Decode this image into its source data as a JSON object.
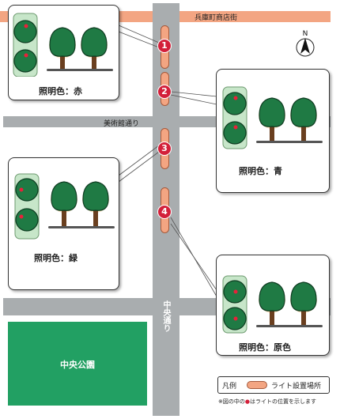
{
  "streets": {
    "top": "兵庫町商店街",
    "middle": "美術館通り",
    "main_vertical": "中央通り"
  },
  "park": "中央公園",
  "compass": "N",
  "lights": [
    {
      "number": "1",
      "color_label": "照明色：赤"
    },
    {
      "number": "2",
      "color_label": "照明色：青"
    },
    {
      "number": "3",
      "color_label": "照明色：緑"
    },
    {
      "number": "4",
      "color_label": "照明色：原色"
    }
  ],
  "legend": {
    "title": "凡例",
    "item": "ライト設置場所"
  },
  "note": {
    "prefix": "※図の中の",
    "dot": "●",
    "suffix": "はライトの位置を示します"
  },
  "colors": {
    "road": "#a9adaf",
    "shopping_street": "#f3a582",
    "park": "#22a063",
    "tree": "#1f7a44",
    "badge": "#d3203a",
    "light_marker": "#e8213a"
  },
  "icons": [
    "tree-icon",
    "light-dot-icon",
    "north-arrow-icon"
  ]
}
